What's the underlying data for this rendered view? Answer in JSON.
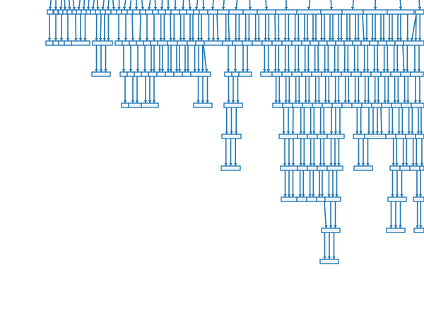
{
  "diagram": {
    "kind": "tree",
    "color": "#1f77b4",
    "node_fill": "#ffffff",
    "node_inner_fill": "#e8f1f9",
    "levels": [
      {
        "node_count": 36
      },
      {
        "node_count": 28
      },
      {
        "node_count": 24
      },
      {
        "node_count": 18
      },
      {
        "node_count": 14
      },
      {
        "node_count": 13
      },
      {
        "node_count": 8
      },
      {
        "node_count": 5
      },
      {
        "node_count": 1
      }
    ]
  }
}
